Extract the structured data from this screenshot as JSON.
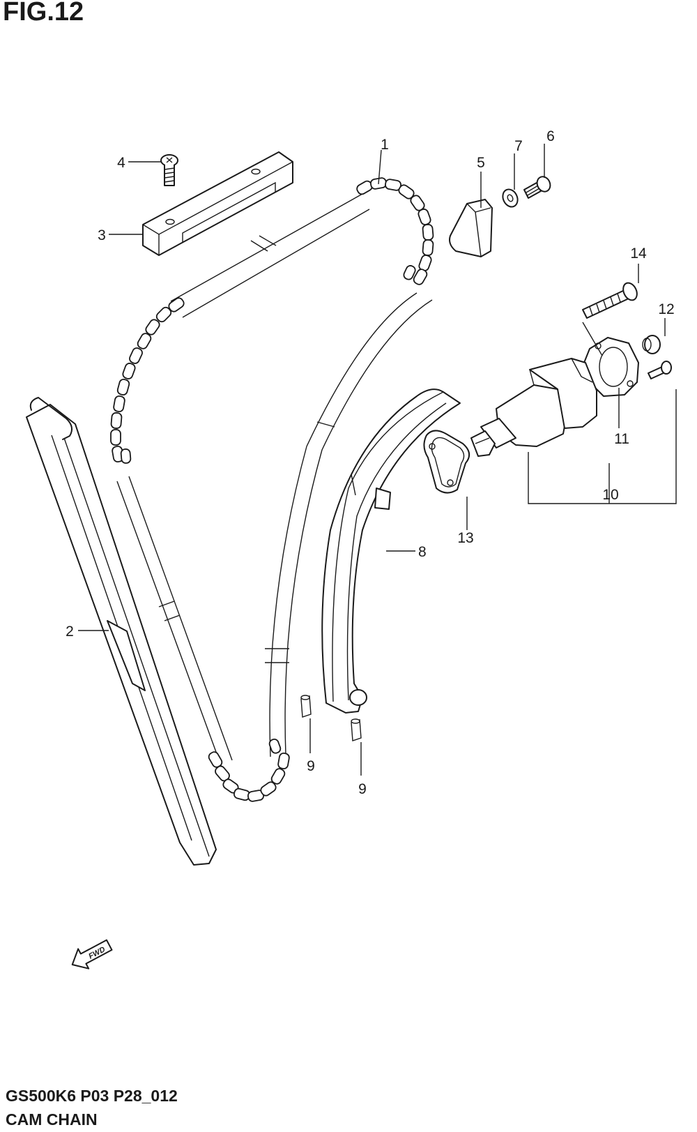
{
  "figure": {
    "title": "FIG.12",
    "model_code": "GS500K6 P03 P28_012",
    "section_name": "CAM CHAIN"
  },
  "direction_marker": {
    "label": "FWD",
    "icon": "forward-arrow-icon"
  },
  "callouts": [
    {
      "id": "1",
      "label": "1"
    },
    {
      "id": "2",
      "label": "2"
    },
    {
      "id": "3",
      "label": "3"
    },
    {
      "id": "4",
      "label": "4"
    },
    {
      "id": "5",
      "label": "5"
    },
    {
      "id": "6",
      "label": "6"
    },
    {
      "id": "7",
      "label": "7"
    },
    {
      "id": "8",
      "label": "8"
    },
    {
      "id": "9a",
      "label": "9"
    },
    {
      "id": "9b",
      "label": "9"
    },
    {
      "id": "10",
      "label": "10"
    },
    {
      "id": "11",
      "label": "11"
    },
    {
      "id": "12",
      "label": "12"
    },
    {
      "id": "13",
      "label": "13"
    },
    {
      "id": "14",
      "label": "14"
    }
  ]
}
